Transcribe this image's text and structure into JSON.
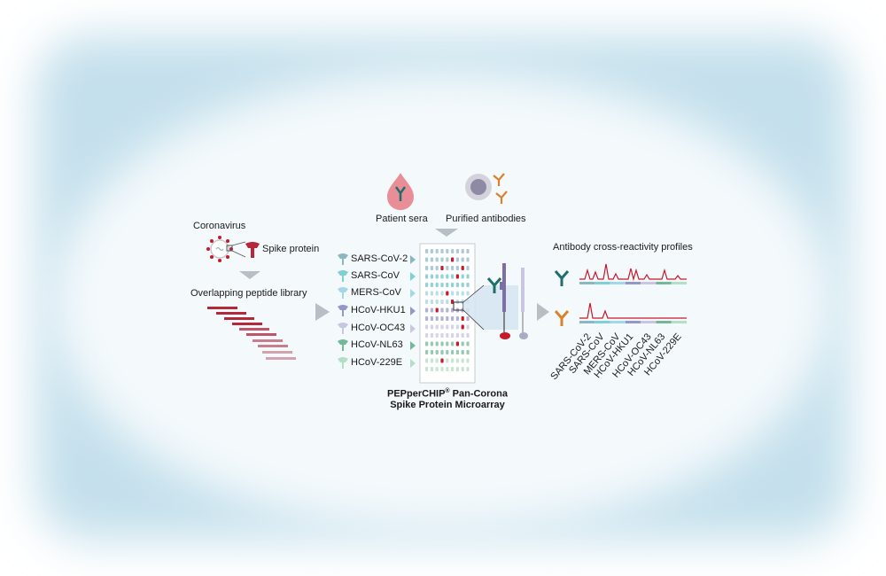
{
  "inputs": {
    "patient_sera": "Patient sera",
    "purified_antibodies": "Purified antibodies"
  },
  "left": {
    "coronavirus": "Coronavirus",
    "spike_protein": "Spike protein",
    "peptide_library": "Overlapping peptide library"
  },
  "strains": [
    {
      "label": "SARS-CoV-2",
      "color": "#8ab7c2"
    },
    {
      "label": "SARS-CoV",
      "color": "#7fd0d4"
    },
    {
      "label": "MERS-CoV",
      "color": "#a3d8e8"
    },
    {
      "label": "HCoV-HKU1",
      "color": "#9497c7"
    },
    {
      "label": "HCoV-OC43",
      "color": "#c9c6e3"
    },
    {
      "label": "HCoV-NL63",
      "color": "#74b89a"
    },
    {
      "label": "HCoV-229E",
      "color": "#b5dfc5"
    }
  ],
  "microarray": {
    "title_line1": "PEPperCHIP",
    "title_reg": "®",
    "title_line1b": " Pan-Corona",
    "title_line2": "Spike Protein Microarray"
  },
  "profiles": {
    "title": "Antibody cross-reactivity profiles",
    "axis_labels": [
      "SARS-CoV-2",
      "SARS-CoV",
      "MERS-CoV",
      "HCoV-HKU1",
      "HCoV-OC43",
      "HCoV-NL63",
      "HCoV-229E"
    ]
  },
  "colors": {
    "accent_red": "#c8182a",
    "peptide_red": "#b5283a",
    "arrow_gray": "#b7bec4",
    "antibody_teal": "#1f6e6a",
    "antibody_orange": "#d9822b"
  }
}
